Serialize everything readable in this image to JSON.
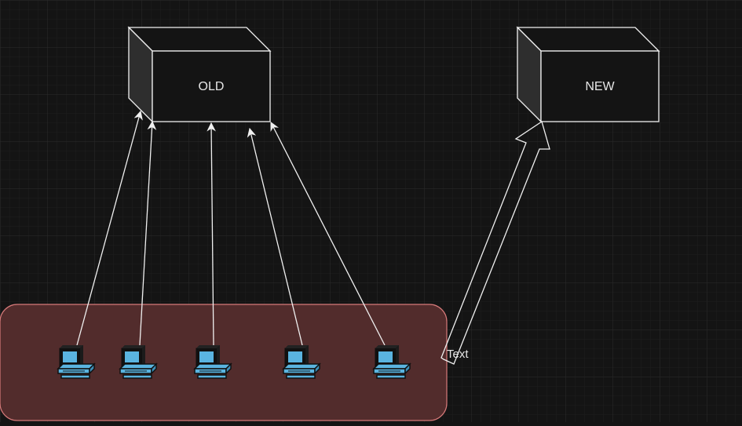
{
  "diagram": {
    "boxes": {
      "old": {
        "label": "OLD"
      },
      "new": {
        "label": "NEW"
      }
    },
    "connector_label": "Text",
    "client_group": {
      "clients": [
        {
          "icon": "desktop-computer-icon"
        },
        {
          "icon": "desktop-computer-icon"
        },
        {
          "icon": "desktop-computer-icon"
        },
        {
          "icon": "desktop-computer-icon"
        },
        {
          "icon": "desktop-computer-icon"
        }
      ]
    }
  },
  "colors": {
    "canvas_bg": "#141414",
    "grid_line": "#2b2b2b",
    "box_fill": "#141414",
    "box_side": "#2e2e2e",
    "box_stroke": "#f0f0f0",
    "group_fill": "#522c2c",
    "group_stroke": "#d77a7a",
    "arrow_stroke": "#f0f0f0",
    "monitor_blue": "#5ab4e0",
    "text": "#e6e6e6"
  }
}
